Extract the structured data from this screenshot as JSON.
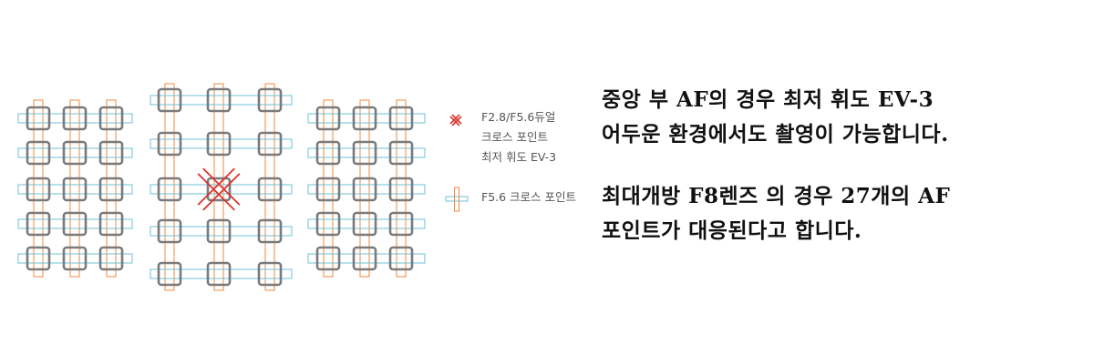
{
  "legend": {
    "dual_cross": {
      "lines": [
        "F2.8/F5.6듀얼",
        "크로스 포인트",
        "최저 휘도 EV-3"
      ],
      "icon": "red-x-icon",
      "color": "#d9332e"
    },
    "f56_cross": {
      "label": "F5.6 크로스 포인트",
      "icon": "cross-plus-icon",
      "color": "#4fb9d6"
    }
  },
  "headline": {
    "paragraph1": [
      "중앙 부 AF의 경우 최저 휘도 EV-3",
      "어두운 환경에서도 촬영이 가능합니다."
    ],
    "paragraph2": [
      "최대개방 F8렌즈 의 경우 27개의 AF",
      "포인트가 대응된다고 합니다."
    ]
  },
  "af_grid": {
    "groups": 3,
    "columns_per_group": 3,
    "rows_side": 5,
    "rows_center": 5,
    "dual_cross_point": "center",
    "colors": {
      "square": "#7a7a7a",
      "horizontal_line": "#6cc3d8",
      "vertical_line": "#f08a3c",
      "dual_cross": "#d9332e"
    }
  }
}
